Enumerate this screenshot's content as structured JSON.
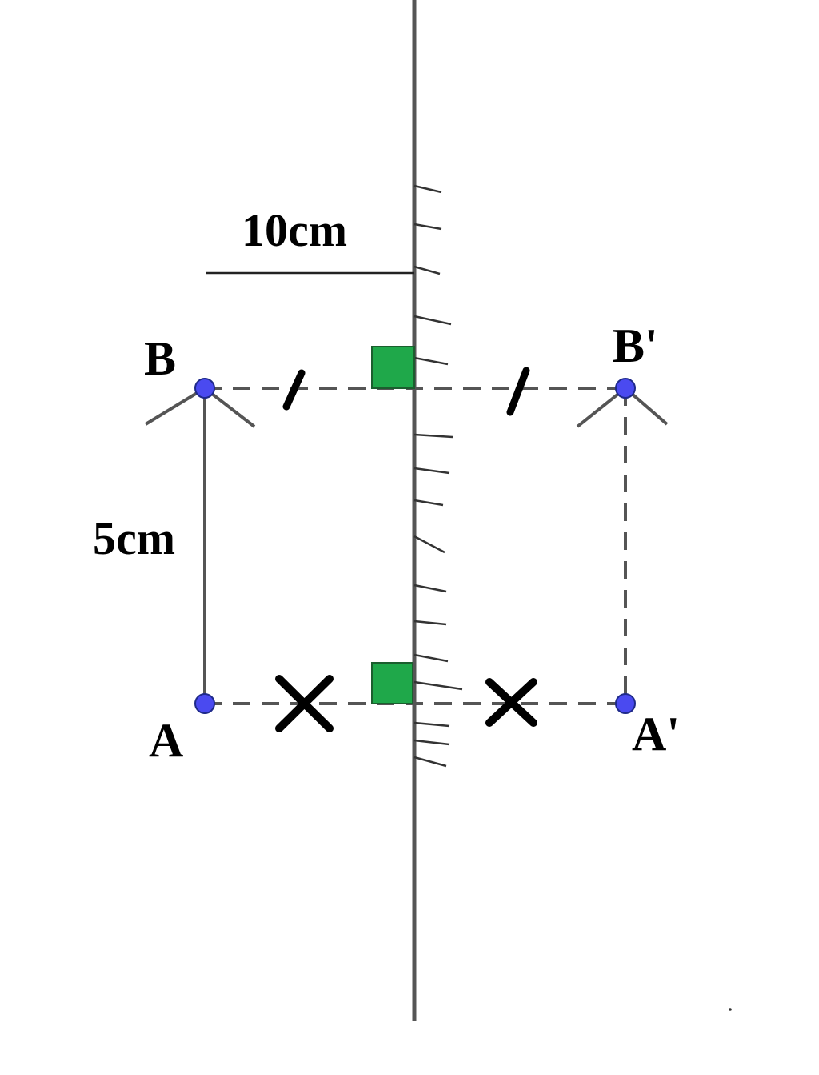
{
  "points": {
    "A": "A",
    "B": "B",
    "A_prime": "A'",
    "B_prime": "B'"
  },
  "measurements": {
    "object_height": "5cm",
    "distance_to_mirror": "10cm"
  },
  "colors": {
    "line": "#555555",
    "point_fill": "#4a4af0",
    "point_stroke": "#1f2a8a",
    "right_angle_fill": "#1fa84a",
    "tick_marks": "#000000"
  },
  "icons": {
    "point": "circle-dot",
    "right_angle": "green-square",
    "equal_mark_single": "slash-mark",
    "equal_mark_cross": "x-mark"
  }
}
